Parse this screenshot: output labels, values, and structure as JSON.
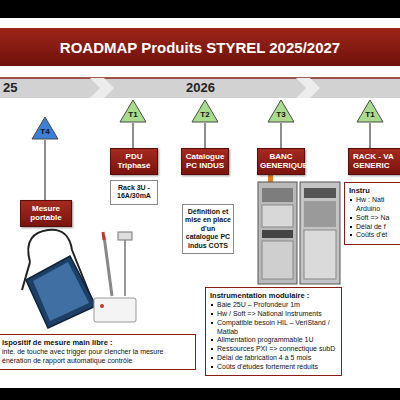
{
  "diagram": {
    "title": "ROADMAP Produits STYREL 2025/2027",
    "nodes": [
      {
        "text": [
          "T4"
        ]
      },
      {
        "text": [
          "Mesure portable"
        ]
      },
      {
        "text": [
          "T1"
        ]
      },
      {
        "text": [
          "PDU Triphasé"
        ]
      },
      {
        "text": [
          "Rack 3U - 16A/30mA"
        ]
      },
      {
        "text": [
          "T2"
        ]
      },
      {
        "text": [
          "Catalogue PC INDUS"
        ]
      },
      {
        "text": [
          "Définition et mise en place d'un catalogue PC indus COTS"
        ]
      },
      {
        "text": [
          "T3"
        ]
      },
      {
        "text": [
          "BANC GENERIQUE"
        ]
      },
      {
        "text": [
          "T1"
        ]
      },
      {
        "text": [
          "RACK - VA GENERIC"
        ]
      },
      {
        "text": [
          "Instru",
          "Hw : Nati Arduino",
          "Soft => Na",
          "Délai de f",
          "Coûts d'ét"
        ]
      },
      {
        "text": [
          "Instrumentation modulaire :",
          "Baie 25U – Profondeur 1m",
          "Hw / Soft => National Instruments",
          "Compatible besoin HIL – VeriStand / Matlab",
          "Alimentation programmable 1U",
          "Ressources PXI => connectique subD",
          "Délai de fabrication 4 à 5 mois",
          "Coûts d'études fortement réduits"
        ]
      },
      {
        "text": [
          "ispositif de mesure main libre :",
          "inte. de touche avec trigger pour clencher la mesure",
          "énération de rapport automatique contrôle"
        ]
      }
    ],
    "edges": [
      {
        "from": 0,
        "to": 1,
        "arrow": "none"
      },
      {
        "from": 2,
        "to": 3,
        "arrow": "none"
      },
      {
        "from": 5,
        "to": 6,
        "arrow": "none"
      },
      {
        "from": 8,
        "to": 9,
        "arrow": "none"
      },
      {
        "from": 10,
        "to": 11,
        "arrow": "none"
      }
    ],
    "labels": [
      "25",
      "2026"
    ]
  }
}
